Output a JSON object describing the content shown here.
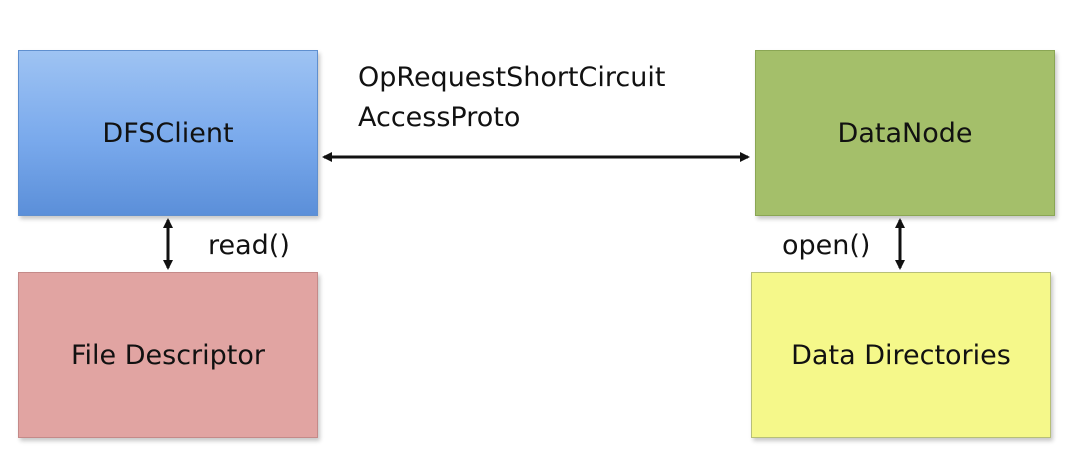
{
  "nodes": {
    "dfsclient": "DFSClient",
    "datanode": "DataNode",
    "file_descriptor": "File Descriptor",
    "data_directories": "Data Directories"
  },
  "edges": {
    "proto_line1": "OpRequestShortCircuit",
    "proto_line2": "AccessProto",
    "read": "read()",
    "open": "open()"
  }
}
